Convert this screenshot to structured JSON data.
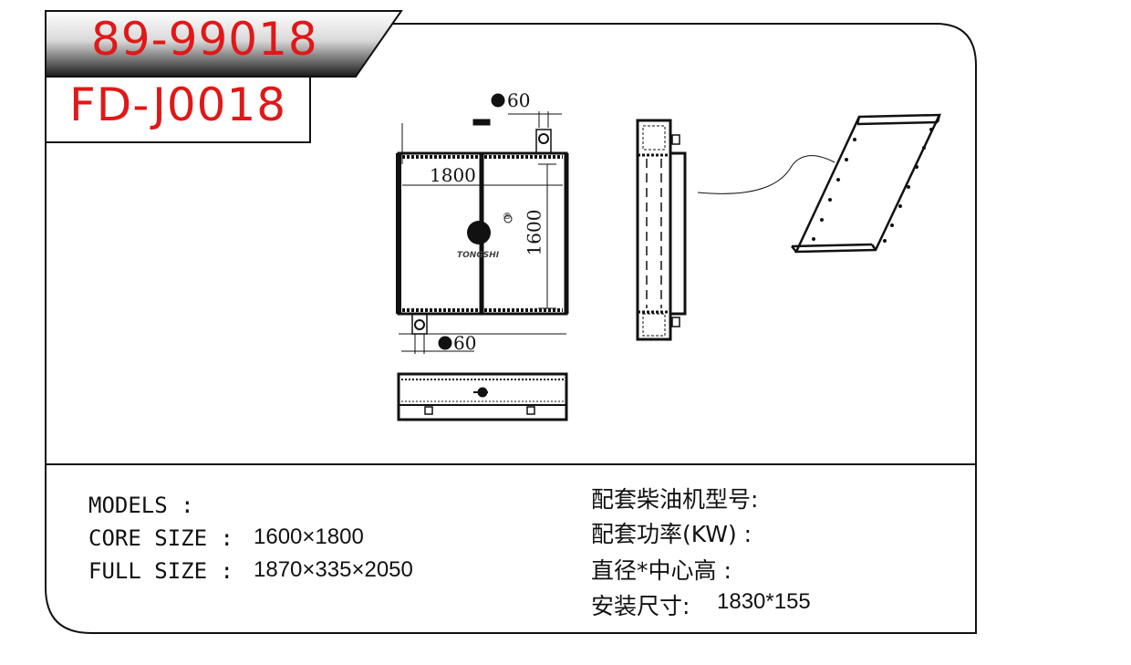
{
  "header": {
    "part_number": "89-99018",
    "model_code": "FD-J0018"
  },
  "drawing": {
    "top_pipe_label": "60",
    "bottom_pipe_label": "60",
    "width_label": "1800",
    "height_label": "1600",
    "logo_text": "TONGSHI",
    "registered_mark": "®"
  },
  "specs": {
    "models_label": "MODELS :",
    "models_value": "",
    "core_label": "CORE SIZE : ",
    "core_value": "1600×1800",
    "full_label": "FULL SIZE : ",
    "full_value": "1870×335×2050"
  },
  "fitment": {
    "engine_label": "配套柴油机型号:",
    "power_label": "配套功率(KW) :",
    "diameter_label": "直径*中心高 :",
    "install_label": "安装尺寸:",
    "install_value": "1830*155"
  },
  "colors": {
    "title_red": "#e01818",
    "line": "#111111"
  }
}
